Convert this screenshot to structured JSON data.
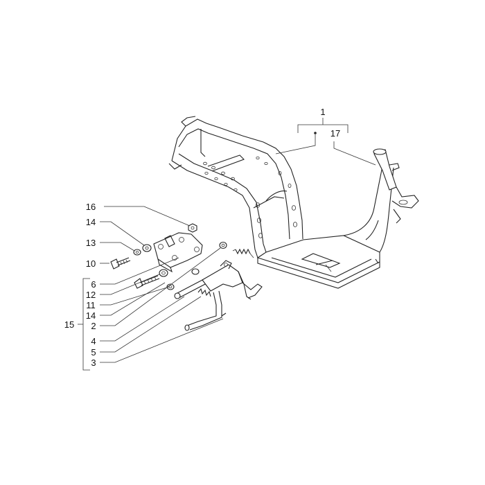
{
  "callouts": {
    "c1": "1",
    "c17": "17",
    "c16": "16",
    "c14a": "14",
    "c13": "13",
    "c10": "10",
    "c6": "6",
    "c12": "12",
    "c11": "11",
    "c14b": "14",
    "c2": "2",
    "c4": "4",
    "c5": "5",
    "c3": "3",
    "c15": "15"
  }
}
